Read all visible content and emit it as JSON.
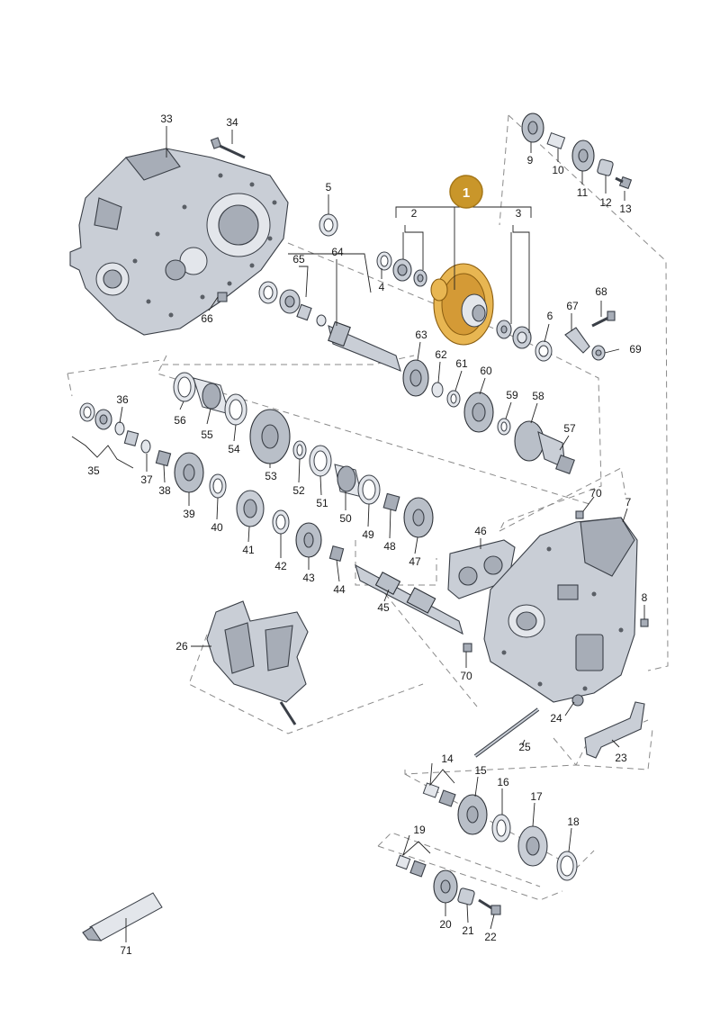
{
  "badge": {
    "label": "1",
    "color": "#c9962a"
  },
  "colors": {
    "highlight_part": "#e8b652",
    "metal": "#c9ced6",
    "line": "#3a3f47"
  },
  "labels": [
    {
      "id": "33",
      "text": "33"
    },
    {
      "id": "34",
      "text": "34"
    },
    {
      "id": "5",
      "text": "5"
    },
    {
      "id": "64",
      "text": "64"
    },
    {
      "id": "65",
      "text": "65"
    },
    {
      "id": "4",
      "text": "4"
    },
    {
      "id": "66",
      "text": "66"
    },
    {
      "id": "2",
      "text": "2"
    },
    {
      "id": "3",
      "text": "3"
    },
    {
      "id": "6",
      "text": "6"
    },
    {
      "id": "9",
      "text": "9"
    },
    {
      "id": "10",
      "text": "10"
    },
    {
      "id": "11",
      "text": "11"
    },
    {
      "id": "12",
      "text": "12"
    },
    {
      "id": "13",
      "text": "13"
    },
    {
      "id": "67",
      "text": "67"
    },
    {
      "id": "68",
      "text": "68"
    },
    {
      "id": "69",
      "text": "69"
    },
    {
      "id": "63",
      "text": "63"
    },
    {
      "id": "62",
      "text": "62"
    },
    {
      "id": "61",
      "text": "61"
    },
    {
      "id": "60",
      "text": "60"
    },
    {
      "id": "59",
      "text": "59"
    },
    {
      "id": "58",
      "text": "58"
    },
    {
      "id": "57",
      "text": "57"
    },
    {
      "id": "36",
      "text": "36"
    },
    {
      "id": "56",
      "text": "56"
    },
    {
      "id": "55",
      "text": "55"
    },
    {
      "id": "54",
      "text": "54"
    },
    {
      "id": "53",
      "text": "53"
    },
    {
      "id": "35",
      "text": "35"
    },
    {
      "id": "37",
      "text": "37"
    },
    {
      "id": "38",
      "text": "38"
    },
    {
      "id": "52",
      "text": "52"
    },
    {
      "id": "51",
      "text": "51"
    },
    {
      "id": "50",
      "text": "50"
    },
    {
      "id": "49",
      "text": "49"
    },
    {
      "id": "48",
      "text": "48"
    },
    {
      "id": "39",
      "text": "39"
    },
    {
      "id": "40",
      "text": "40"
    },
    {
      "id": "41",
      "text": "41"
    },
    {
      "id": "42",
      "text": "42"
    },
    {
      "id": "43",
      "text": "43"
    },
    {
      "id": "44",
      "text": "44"
    },
    {
      "id": "47",
      "text": "47"
    },
    {
      "id": "46",
      "text": "46"
    },
    {
      "id": "70a",
      "text": "70"
    },
    {
      "id": "7",
      "text": "7"
    },
    {
      "id": "8",
      "text": "8"
    },
    {
      "id": "45",
      "text": "45"
    },
    {
      "id": "26",
      "text": "26"
    },
    {
      "id": "70b",
      "text": "70"
    },
    {
      "id": "24",
      "text": "24"
    },
    {
      "id": "25",
      "text": "25"
    },
    {
      "id": "23",
      "text": "23"
    },
    {
      "id": "14",
      "text": "14"
    },
    {
      "id": "15",
      "text": "15"
    },
    {
      "id": "16",
      "text": "16"
    },
    {
      "id": "17",
      "text": "17"
    },
    {
      "id": "18",
      "text": "18"
    },
    {
      "id": "19",
      "text": "19"
    },
    {
      "id": "20",
      "text": "20"
    },
    {
      "id": "21",
      "text": "21"
    },
    {
      "id": "22",
      "text": "22"
    },
    {
      "id": "71",
      "text": "71"
    }
  ]
}
